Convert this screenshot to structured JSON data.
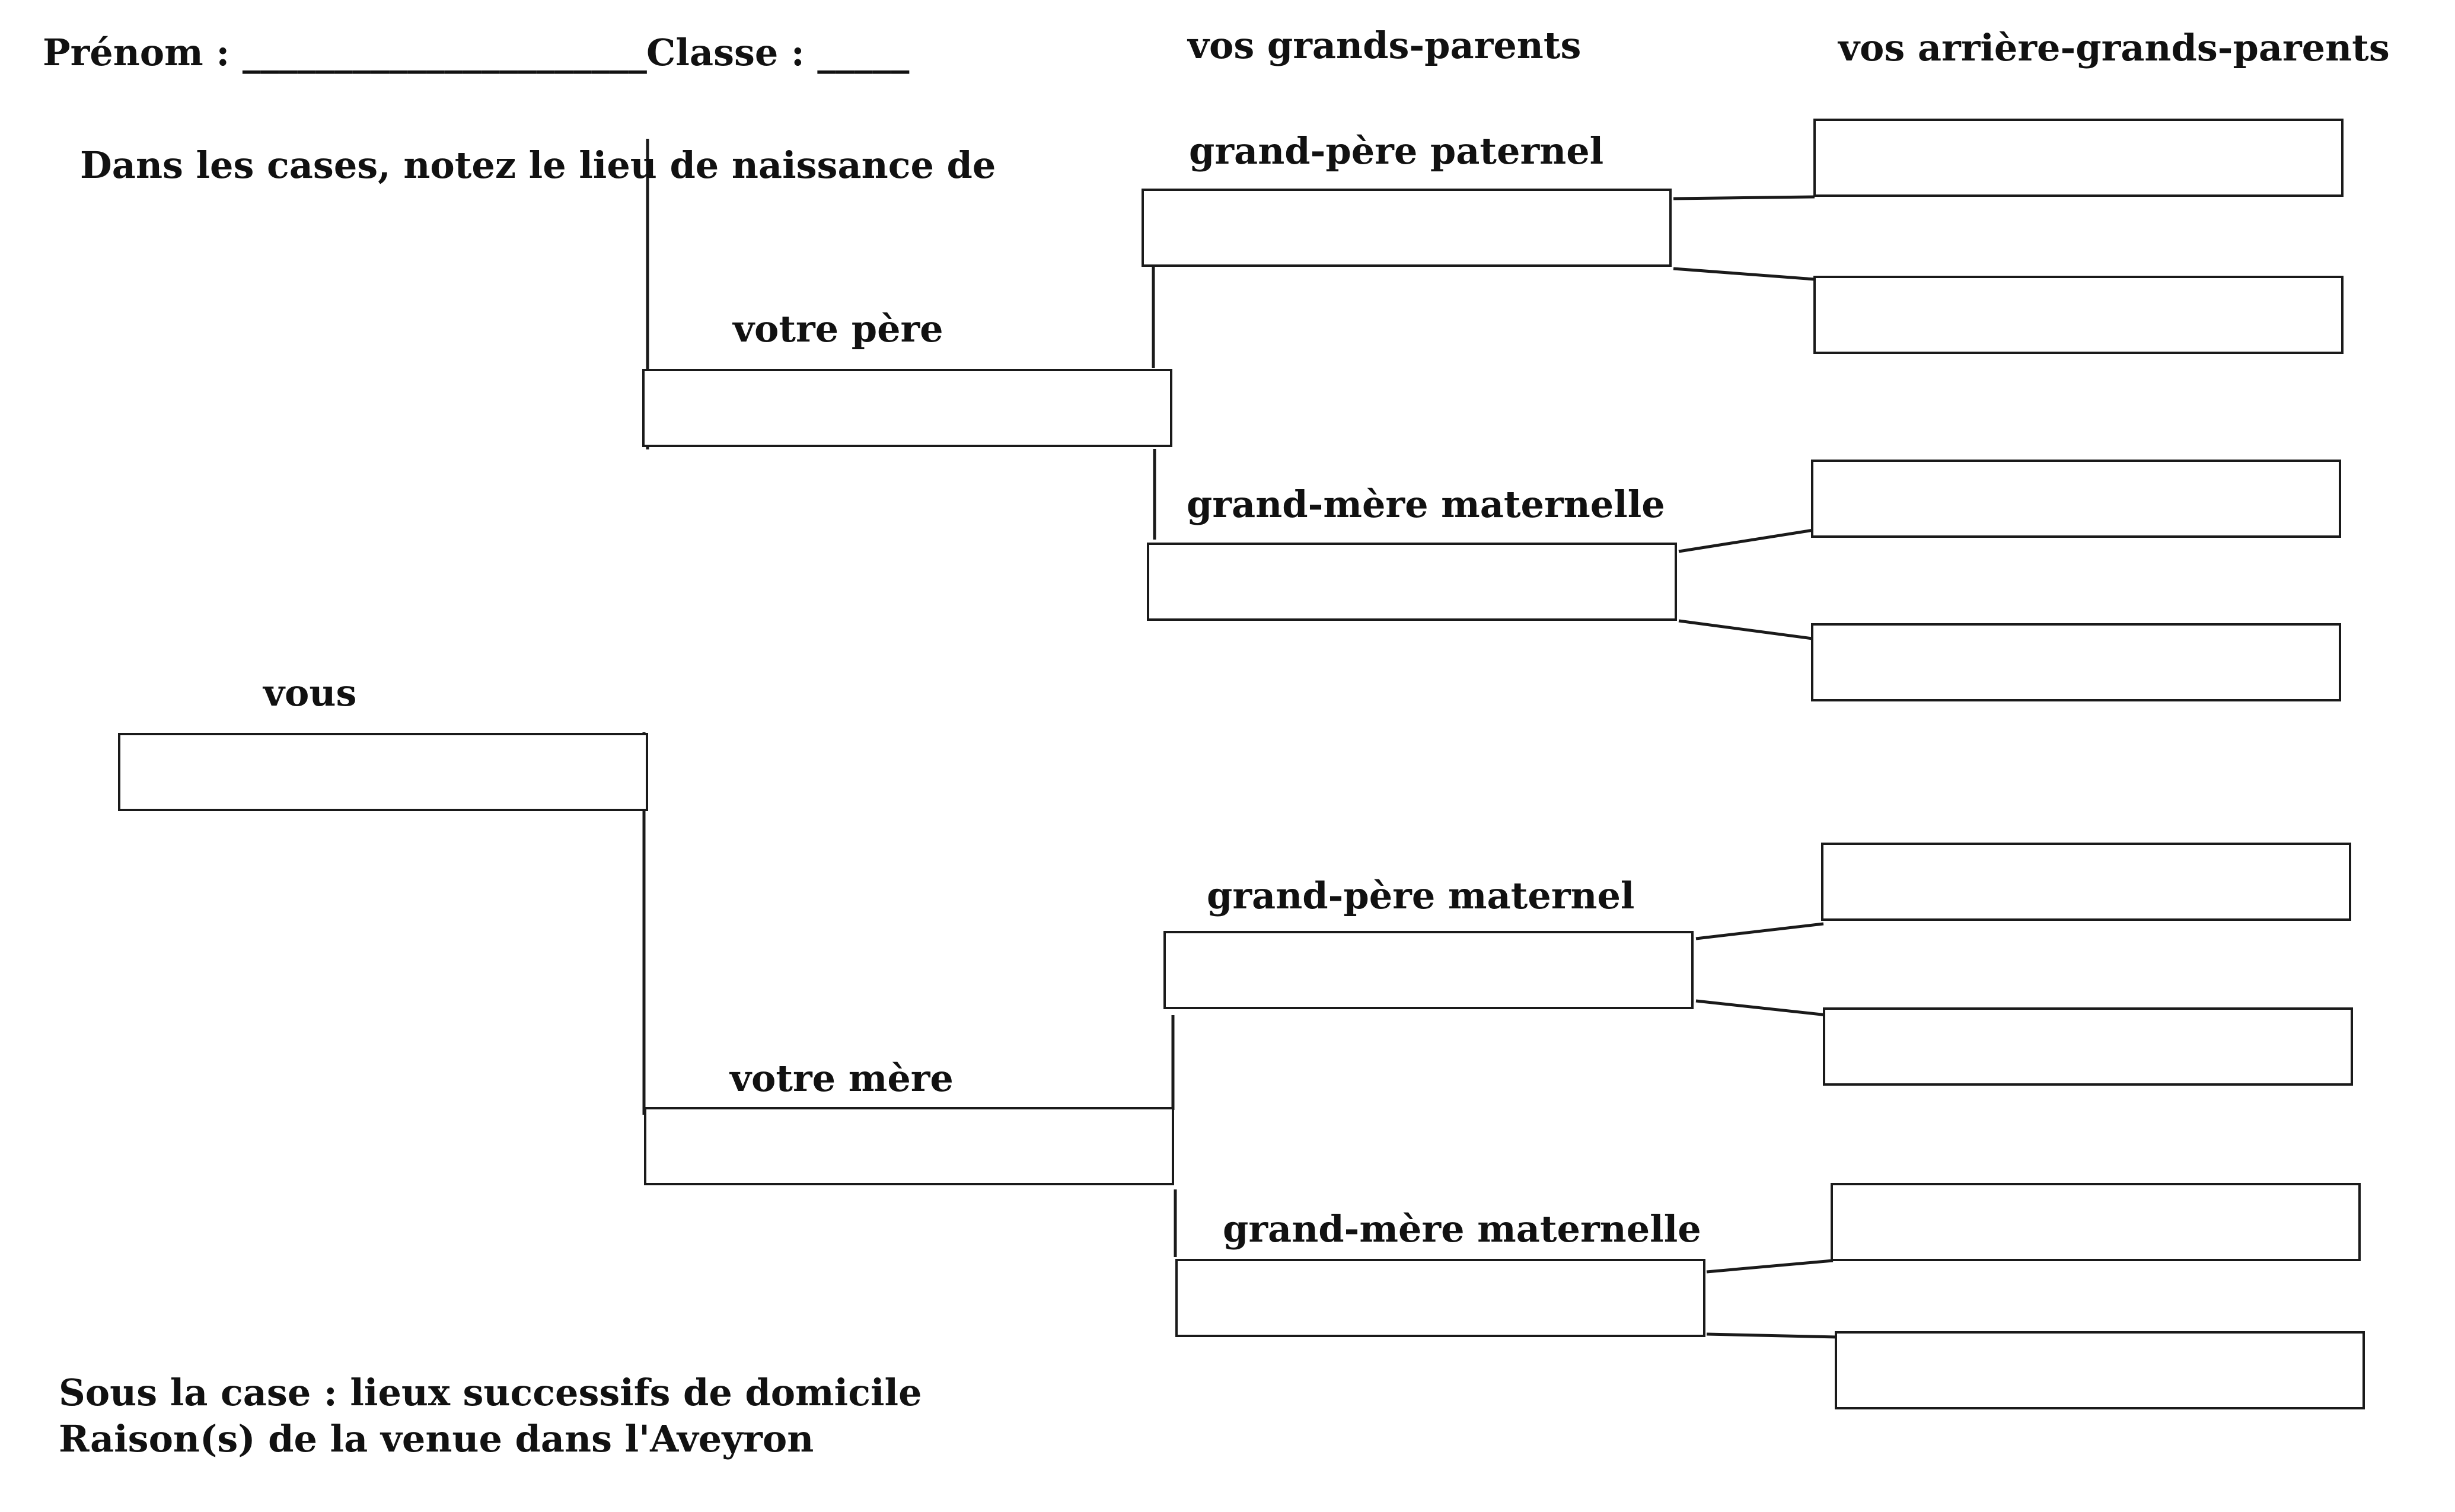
{
  "header": {
    "prenom_label": "Prénom : ______________________",
    "classe_label": "Classe : _____",
    "col_grandparents": "vos grands-parents",
    "col_greatgrandparents": "vos arrière-grands-parents"
  },
  "instruction": "Dans les cases, notez le lieu de naissance de",
  "tree": {
    "vous": "vous",
    "pere": "votre père",
    "mere": "votre mère",
    "gp_paternel": "grand-père paternel",
    "gm_1": "grand-mère maternelle",
    "gp_maternel": "grand-père maternel",
    "gm_2": "grand-mère maternelle"
  },
  "footer": {
    "line1": "Sous la case : lieux successifs de domicile",
    "line2": "Raison(s) de la venue dans l'Aveyron"
  }
}
